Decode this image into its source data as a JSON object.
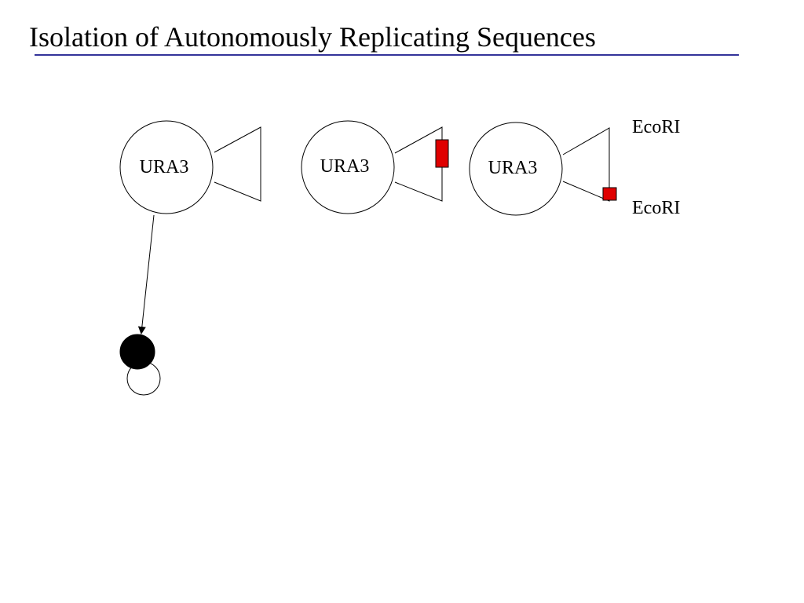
{
  "slide": {
    "title": "Isolation of Autonomously Replicating Sequences"
  },
  "diagram": {
    "plasmids": [
      {
        "label": "URA3"
      },
      {
        "label": "URA3"
      },
      {
        "label": "URA3"
      }
    ],
    "sites": {
      "top": "EcoRI",
      "bottom": "EcoRI"
    },
    "colors": {
      "insert": "#e00000",
      "cell": "#000000",
      "line": "#000000",
      "title_rule": "#33339a"
    }
  }
}
